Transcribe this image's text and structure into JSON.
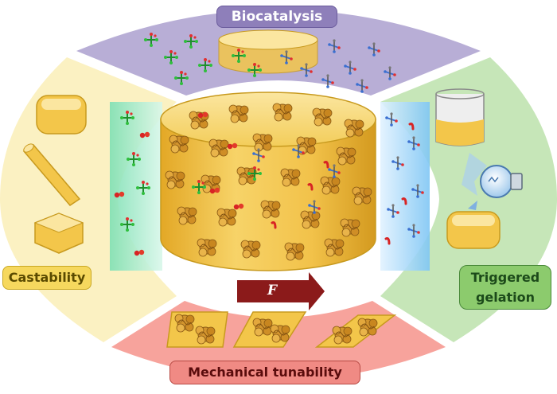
{
  "labels": {
    "biocatalysis": "Biocatalysis",
    "castability": "Castability",
    "triggered_gelation": "Triggered gelation",
    "mechanical_tunability": "Mechanical tunability",
    "force": "F"
  },
  "colors": {
    "biocatalysis_sector": "#b8aed6",
    "castability_sector": "#fbf1c2",
    "triggered_sector": "#c6e6b8",
    "mechanical_sector": "#f7a39c",
    "gel": "#f3c64a",
    "gel_edge": "#c89a1e",
    "protein": "#c98a2a",
    "substrate_green": "#2fae3a",
    "product_blue": "#3a6fd0",
    "droplet_red": "#d82424",
    "arrow": "#8b1a1a"
  }
}
